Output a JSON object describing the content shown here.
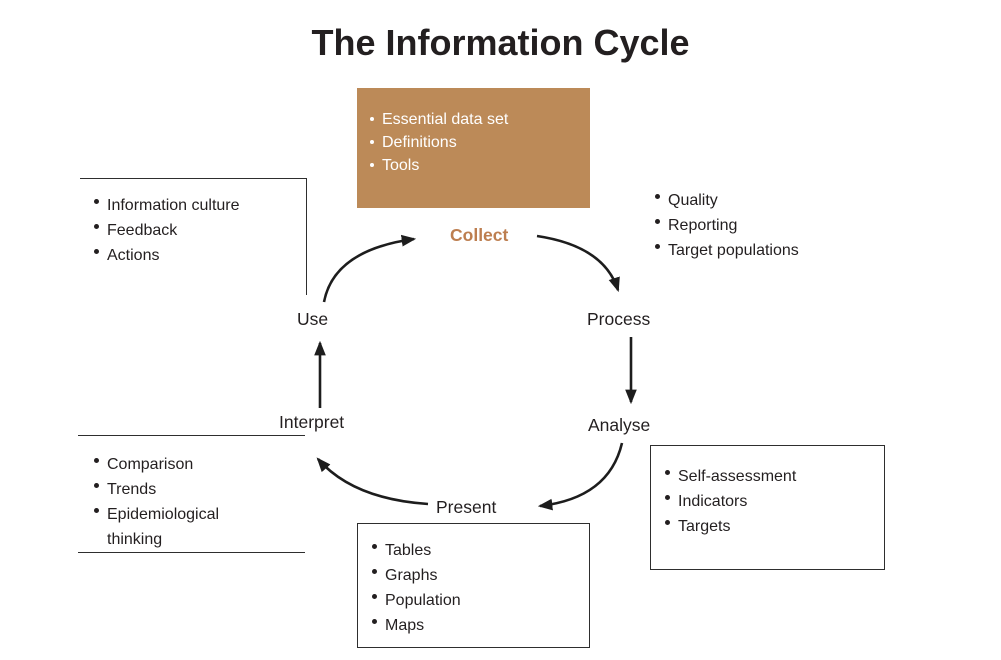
{
  "title": "The Information Cycle",
  "colors": {
    "accent_brown": "#bc8a58",
    "collect_text": "#bd7e4f",
    "ink": "#231f20",
    "line": "#2e2e2e"
  },
  "cycle": {
    "collect": "Collect",
    "process": "Process",
    "analyse": "Analyse",
    "present": "Present",
    "interpret": "Interpret",
    "use": "Use"
  },
  "callouts": {
    "collect_inputs": {
      "items": [
        "Essential data set",
        "Definitions",
        "Tools"
      ]
    },
    "process_notes": {
      "items": [
        "Quality",
        "Reporting",
        "Target populations"
      ]
    },
    "use_notes": {
      "items": [
        "Information culture",
        "Feedback",
        "Actions"
      ]
    },
    "interpret_notes": {
      "items": [
        "Comparison",
        "Trends",
        "Epidemiological thinking"
      ]
    },
    "analyse_notes": {
      "items": [
        "Self-assessment",
        "Indicators",
        "Targets"
      ]
    },
    "present_notes": {
      "items": [
        "Tables",
        "Graphs",
        "Population",
        "Maps"
      ]
    }
  }
}
